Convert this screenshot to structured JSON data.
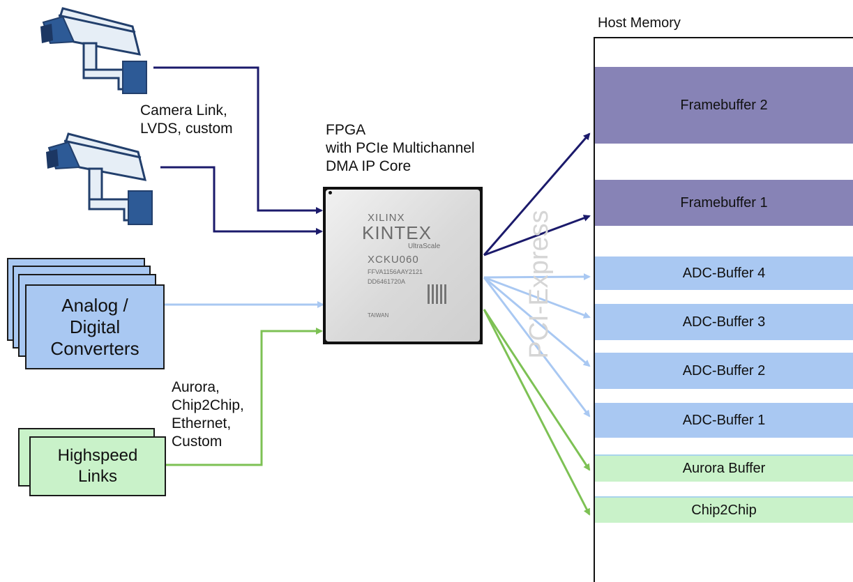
{
  "memory": {
    "title": "Host Memory",
    "buffers": [
      {
        "label": "Framebuffer 2",
        "kind": "frame"
      },
      {
        "label": "Framebuffer 1",
        "kind": "frame"
      },
      {
        "label": "ADC-Buffer 4",
        "kind": "adc"
      },
      {
        "label": "ADC-Buffer 3",
        "kind": "adc"
      },
      {
        "label": "ADC-Buffer 2",
        "kind": "adc"
      },
      {
        "label": "ADC-Buffer 1",
        "kind": "adc"
      },
      {
        "label": "Aurora Buffer",
        "kind": "link"
      },
      {
        "label": "Chip2Chip",
        "kind": "link"
      }
    ]
  },
  "fpga": {
    "caption_lines": [
      "FPGA",
      "with PCIe Multichannel",
      "DMA IP Core"
    ],
    "chip_marking": {
      "brand": "XILINX",
      "family": "KINTEX",
      "series": "UltraScale",
      "part": "XCKU060",
      "line1": "FFVA1156AAY2121",
      "line2": "DD6461720A",
      "origin": "TAIWAN"
    }
  },
  "bus_label": "PCI-Express",
  "camera_caption_lines": [
    "Camera Link,",
    "LVDS, custom"
  ],
  "adc_source": {
    "label_lines": [
      "Analog /",
      "Digital",
      "Converters"
    ]
  },
  "links_caption_lines": [
    "Aurora,",
    "Chip2Chip,",
    "Ethernet,",
    "Custom"
  ],
  "hs_source": {
    "label_lines": [
      "Highspeed",
      "Links"
    ]
  },
  "colors": {
    "frame_arrow": "#1b1a6b",
    "adc_arrow": "#a9c8f2",
    "link_arrow": "#7dc154",
    "framebuffer": "#8783b6",
    "adcbuffer": "#a9c8f2",
    "linkbuffer": "#c9f2c9"
  },
  "icons": [
    "security-camera-icon",
    "security-camera-icon"
  ]
}
